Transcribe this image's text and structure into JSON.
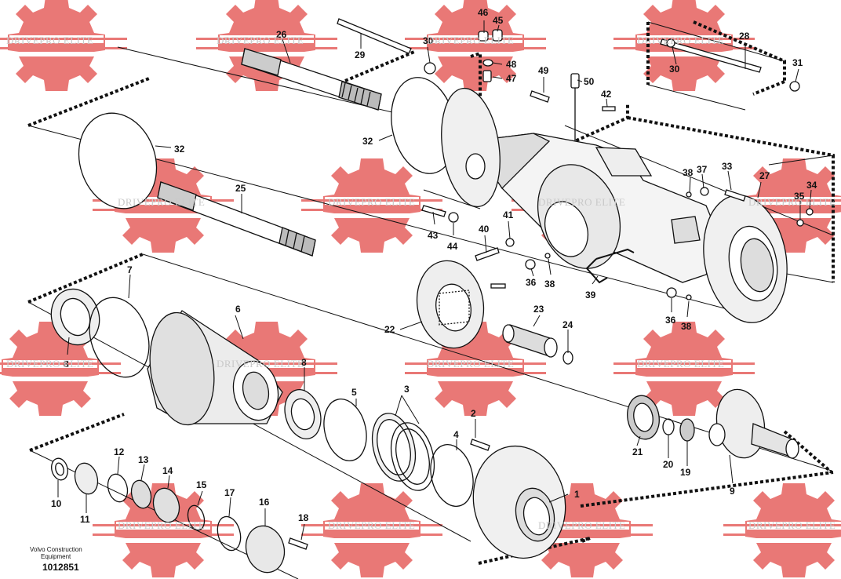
{
  "watermark": {
    "text": "DRIVEPRO ELITE",
    "color": "#e8716f"
  },
  "callouts": {
    "p1": "1",
    "p2": "2",
    "p3": "3",
    "p4": "4",
    "p5": "5",
    "p6": "6",
    "p7": "7",
    "p8a": "8",
    "p8b": "8",
    "p9": "9",
    "p10": "10",
    "p11": "11",
    "p12": "12",
    "p13": "13",
    "p14": "14",
    "p15": "15",
    "p16": "16",
    "p17": "17",
    "p18": "18",
    "p19": "19",
    "p20": "20",
    "p21": "21",
    "p22": "22",
    "p23": "23",
    "p24": "24",
    "p25": "25",
    "p26": "26",
    "p27": "27",
    "p28": "28",
    "p29": "29",
    "p30a": "30",
    "p30b": "30",
    "p31": "31",
    "p32a": "32",
    "p32b": "32",
    "p33": "33",
    "p34": "34",
    "p35": "35",
    "p36a": "36",
    "p36b": "36",
    "p37": "37",
    "p38a": "38",
    "p38b": "38",
    "p38c": "38",
    "p39": "39",
    "p40": "40",
    "p41": "41",
    "p42": "42",
    "p43": "43",
    "p44": "44",
    "p45": "45",
    "p46": "46",
    "p47": "47",
    "p48": "48",
    "p49": "49",
    "p50": "50"
  },
  "footer": {
    "line1": "Volvo Construction",
    "line2": "Equipment",
    "number": "1012851"
  }
}
